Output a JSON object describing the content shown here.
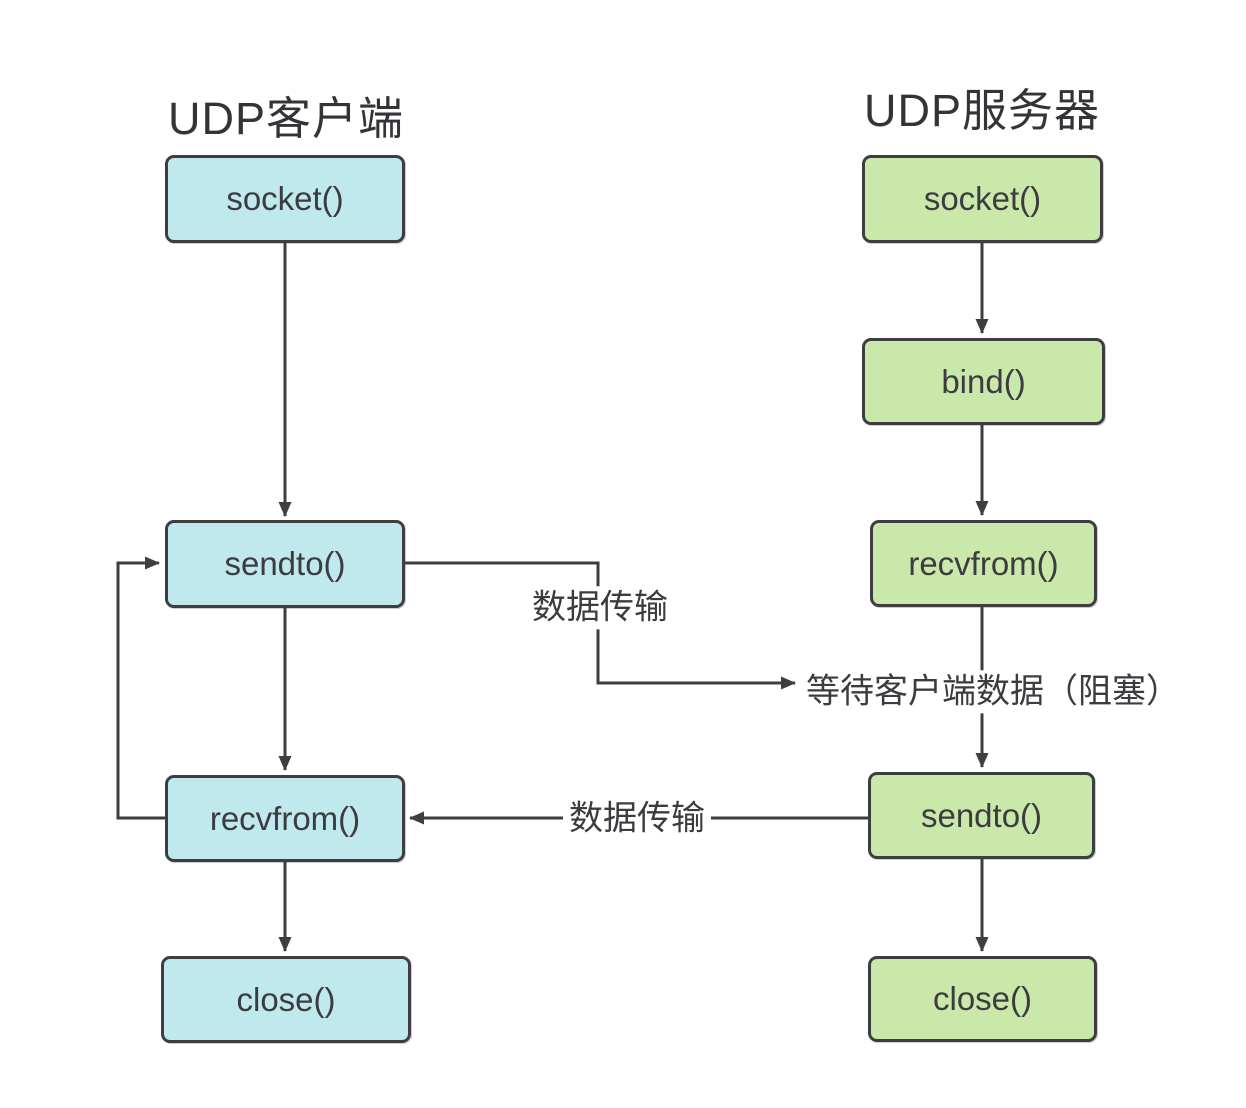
{
  "diagram": {
    "client": {
      "title": "UDP客户端",
      "nodes": {
        "socket": "socket()",
        "sendto": "sendto()",
        "recvfrom": "recvfrom()",
        "close": "close()"
      }
    },
    "server": {
      "title": "UDP服务器",
      "nodes": {
        "socket": "socket()",
        "bind": "bind()",
        "recvfrom": "recvfrom()",
        "sendto": "sendto()",
        "close": "close()"
      }
    },
    "labels": {
      "transfer_top": "数据传输",
      "transfer_bottom": "数据传输",
      "wait_blocking": "等待客户端数据（阻塞）"
    },
    "edges": [
      {
        "from": "client.socket",
        "to": "client.sendto"
      },
      {
        "from": "client.sendto",
        "to": "client.recvfrom"
      },
      {
        "from": "client.recvfrom",
        "to": "client.close"
      },
      {
        "from": "client.recvfrom",
        "to": "client.sendto",
        "kind": "loop-back"
      },
      {
        "from": "client.sendto",
        "to": "server.wait_blocking",
        "label": "数据传输"
      },
      {
        "from": "server.socket",
        "to": "server.bind"
      },
      {
        "from": "server.bind",
        "to": "server.recvfrom"
      },
      {
        "from": "server.recvfrom",
        "to": "server.sendto",
        "through_label": "等待客户端数据（阻塞）"
      },
      {
        "from": "server.sendto",
        "to": "server.close"
      },
      {
        "from": "server.sendto",
        "to": "client.recvfrom",
        "label": "数据传输"
      }
    ],
    "colors": {
      "client_fill": "#bfe9ec",
      "client_border": "#3e3e42",
      "server_fill": "#cbe8ab",
      "server_border": "#3e3e42",
      "line": "#3e3e42",
      "text": "#3c3c40",
      "background": "#ffffff"
    }
  }
}
